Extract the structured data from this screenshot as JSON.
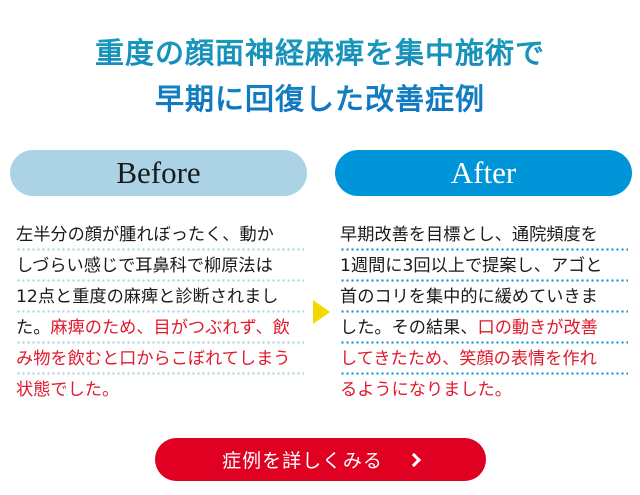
{
  "title": {
    "line1": "重度の顔面神経麻痺を集中施術で",
    "line2": "早期に回復した改善症例"
  },
  "before": {
    "label": "Before",
    "lines": [
      {
        "plain": "左半分の顔が腫れぼったく、動か",
        "red": ""
      },
      {
        "plain": "しづらい感じで耳鼻科で柳原法は",
        "red": ""
      },
      {
        "plain": "12点と重度の麻痺と診断されまし",
        "red": ""
      },
      {
        "plain": "た。",
        "red": "麻痺のため、目がつぶれず、飲"
      },
      {
        "plain": "",
        "red": "み物を飲むと口からこぼれてしまう"
      },
      {
        "plain": "",
        "red": "状態でした。"
      }
    ]
  },
  "after": {
    "label": "After",
    "lines": [
      {
        "plain": "早期改善を目標とし、通院頻度を",
        "red": ""
      },
      {
        "plain": "1週間に3回以上で提案し、アゴと",
        "red": ""
      },
      {
        "plain": "首のコリを集中的に緩めていきま",
        "red": ""
      },
      {
        "plain": "した。その結果、",
        "red": "口の動きが改善"
      },
      {
        "plain": "",
        "red": "してきたため、笑顔の表情を作れ"
      },
      {
        "plain": "",
        "red": "るようになりました。"
      }
    ]
  },
  "arrow_icon": "triangle-right-icon",
  "cta": {
    "label": "症例を詳しくみる",
    "icon": "chevron-right-icon"
  },
  "colors": {
    "title_gradient_top": "#1a9fb8",
    "title_gradient_bottom": "#0f6fc4",
    "before_pill": "#abd3e5",
    "after_pill": "#0094d8",
    "highlight_red": "#e0192d",
    "arrow_yellow": "#f5d800",
    "cta_red": "#e00022"
  }
}
